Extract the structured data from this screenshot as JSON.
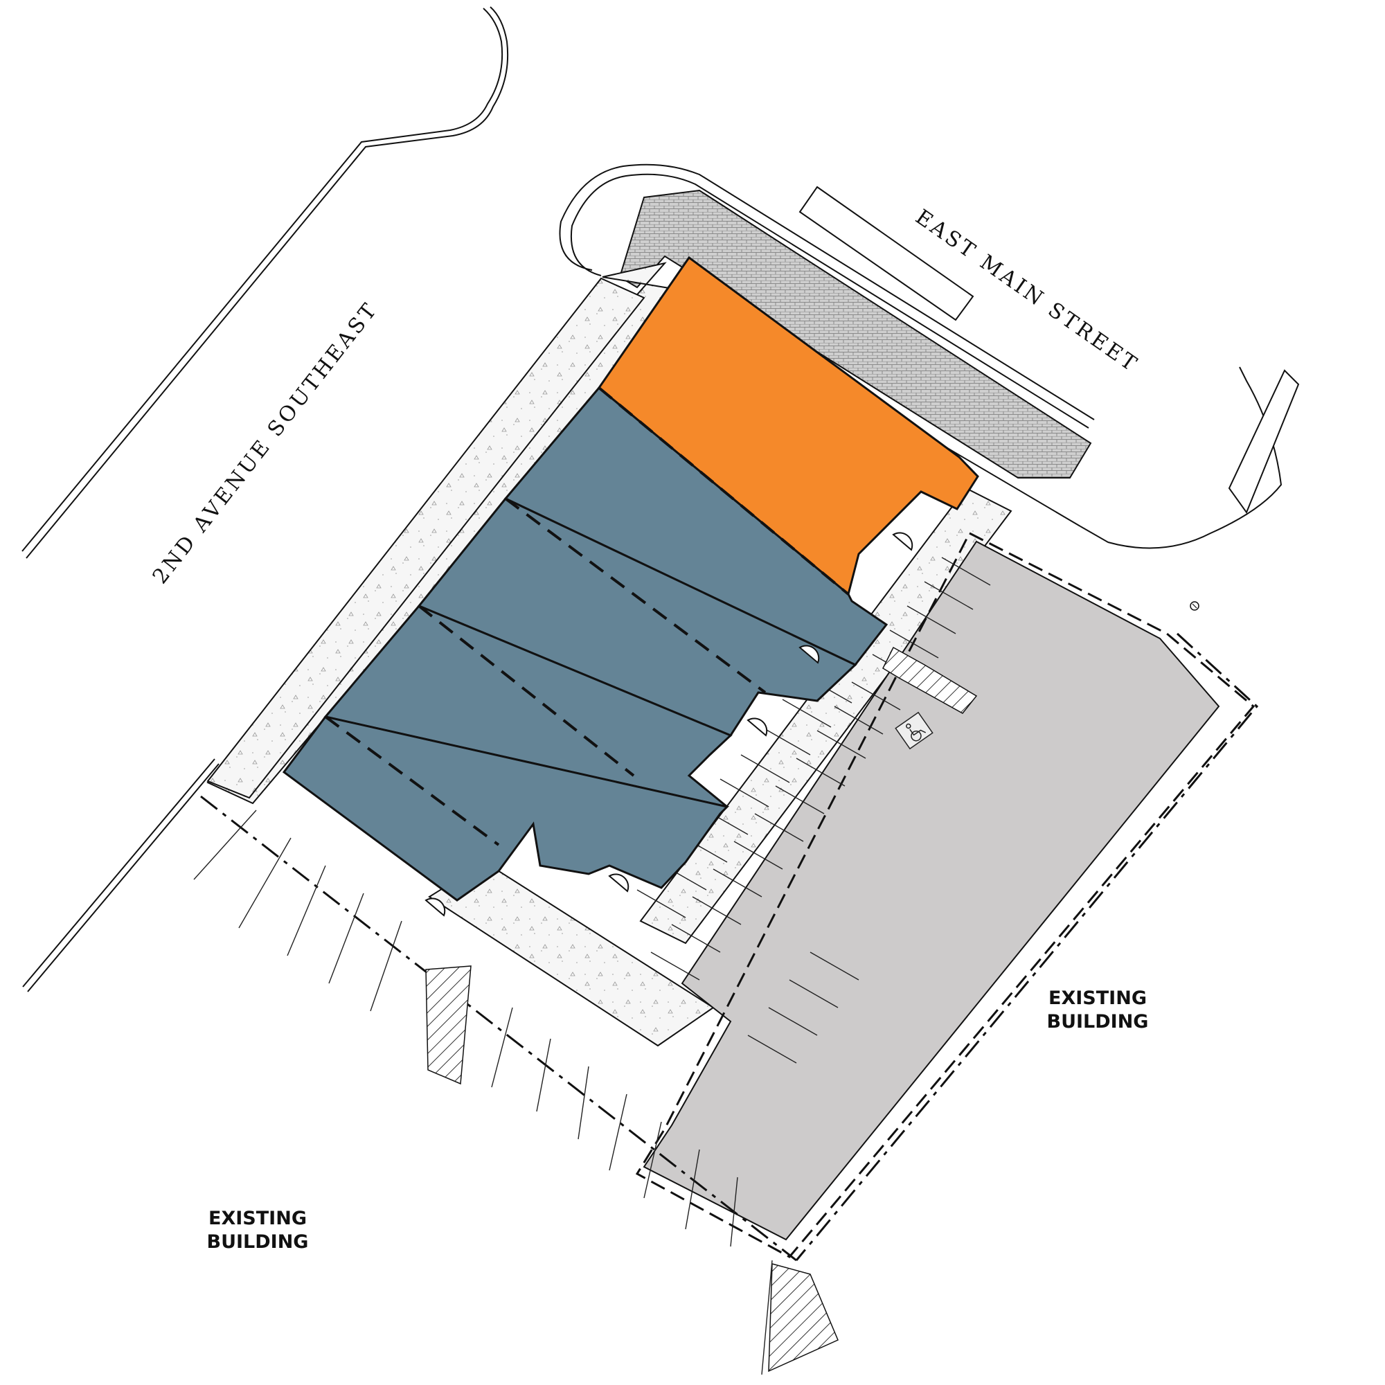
{
  "streets": {
    "avenue": "2ND AVENUE SOUTHEAST",
    "main": "EAST MAIN STREET"
  },
  "existing_buildings": [
    {
      "line1": "EXISTING",
      "line2": "BUILDING"
    },
    {
      "line1": "EXISTING",
      "line2": "BUILDING"
    }
  ],
  "colors": {
    "highlight_unit": "#F5892A",
    "tenant_units": "#648496",
    "parking_lot": "#CDCBCB",
    "brick_paving": "#C9C9C9",
    "sidewalk": "#F2F2F2",
    "outline": "#111111"
  },
  "icons": {
    "accessible_parking": "wheelchair-icon",
    "north_marker": "north-arrow-icon"
  }
}
